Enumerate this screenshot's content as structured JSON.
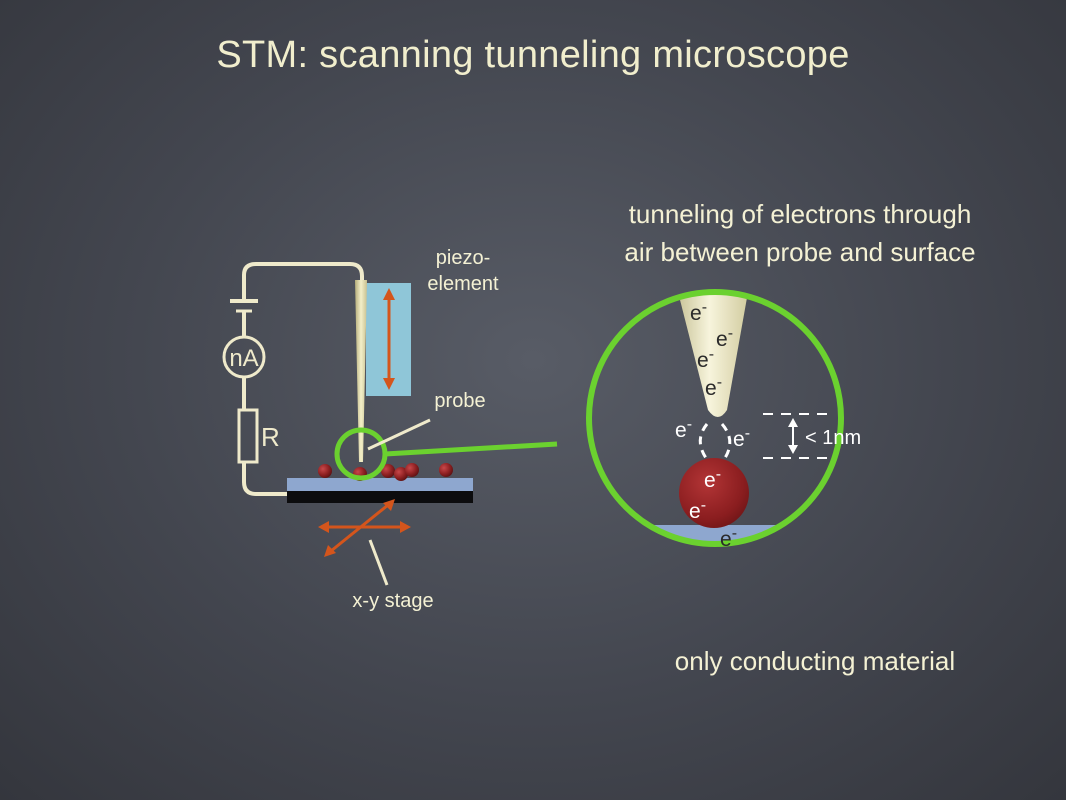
{
  "slide": {
    "title": "STM:  scanning tunneling microscope"
  },
  "circuit": {
    "ammeter_label": "nA",
    "resistor_label": "R"
  },
  "labels": {
    "piezo": "piezo-\nelement",
    "probe": "probe",
    "stage": "x-y stage"
  },
  "zoom": {
    "electron": "e",
    "electron_sup": "-",
    "gap_label": "< 1nm"
  },
  "captions": {
    "tunneling_line1": "tunneling of electrons through",
    "tunneling_line2": "air between probe and surface",
    "conducting": "only conducting material"
  },
  "colors": {
    "text": "#f4f1d4",
    "green": "#6bd12f",
    "orange": "#d4551c",
    "piezo": "#8fc6d8",
    "atom": "#8b1e1f",
    "substrate": "#8ea7cf"
  }
}
